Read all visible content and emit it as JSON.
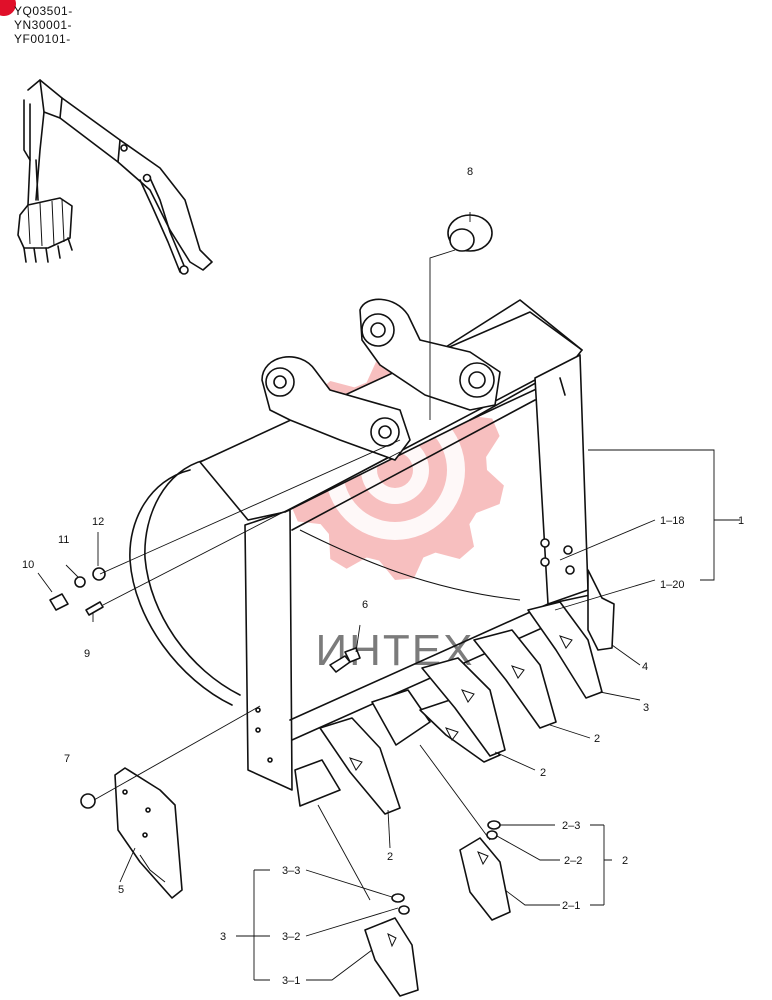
{
  "serials": [
    "YQ03501-",
    "YN30001-",
    "YF00101-"
  ],
  "watermark_text": "ИНТЕХ",
  "colors": {
    "corner_dot": "#e0102a",
    "watermark": "#f28b8b",
    "line": "#111111"
  },
  "callouts": {
    "p1": "1",
    "p1_18": "1–18",
    "p1_20": "1–20",
    "p2": "2",
    "p2_1": "2–1",
    "p2_2": "2–2",
    "p2_3": "2–3",
    "p3": "3",
    "p3_1": "3–1",
    "p3_2": "3–2",
    "p3_3": "3–3",
    "p4": "4",
    "p5": "5",
    "p6": "6",
    "p7": "7",
    "p8": "8",
    "p9": "9",
    "p10": "10",
    "p11": "11",
    "p12": "12"
  }
}
